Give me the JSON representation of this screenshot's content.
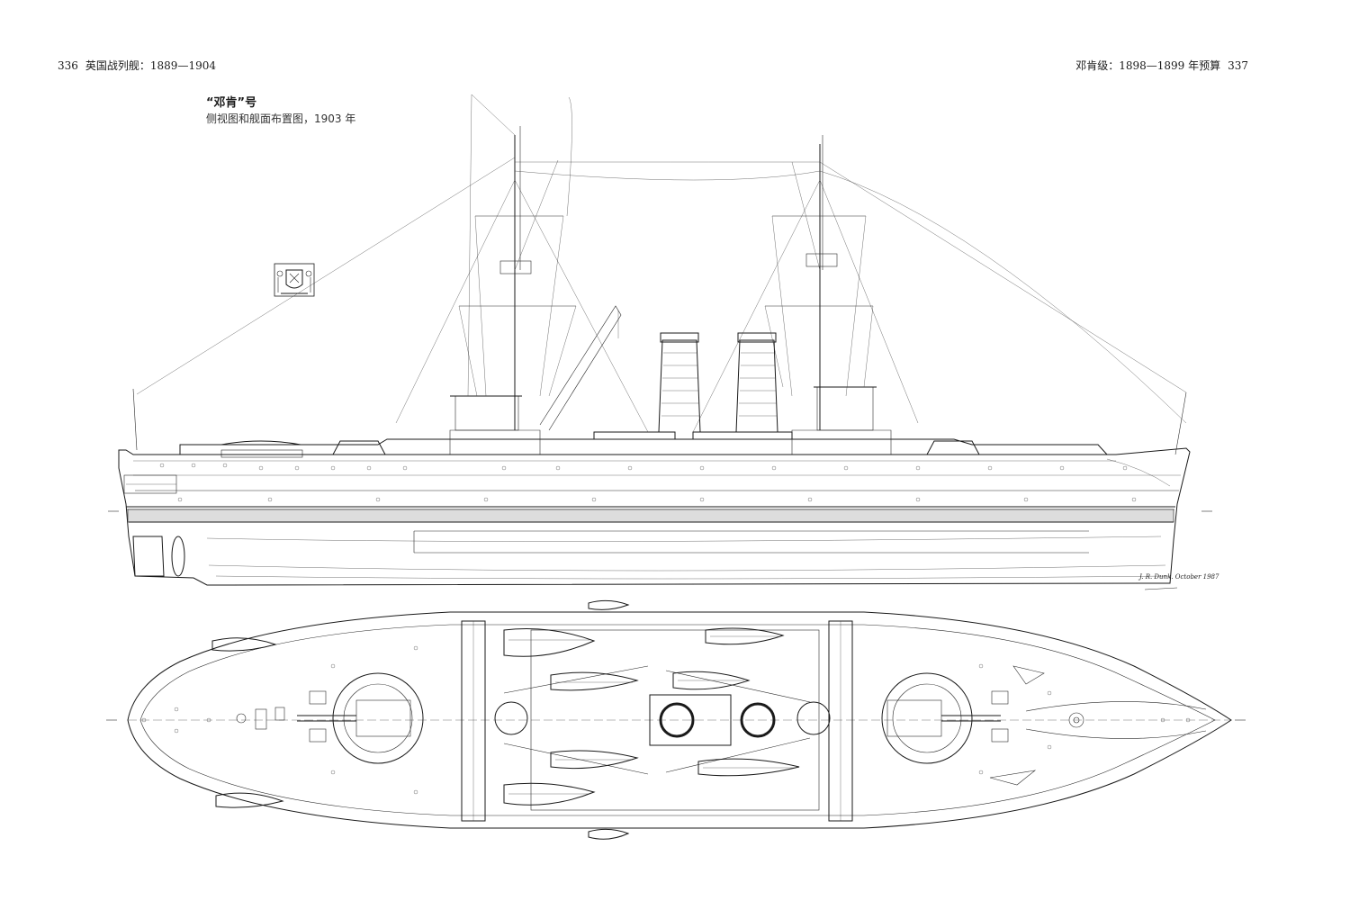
{
  "header_left": {
    "page_number": "336",
    "running_title": "英国战列舰：1889—1904"
  },
  "header_right": {
    "running_title": "邓肯级：1898—1899 年预算",
    "page_number": "337"
  },
  "figure": {
    "title": "“邓肯”号",
    "subtitle": "侧视图和舰面布置图，1903 年",
    "signature": "J. R. Dunk.  October 1987"
  },
  "colors": {
    "ink": "#1a1a1a",
    "paper": "#ffffff"
  }
}
